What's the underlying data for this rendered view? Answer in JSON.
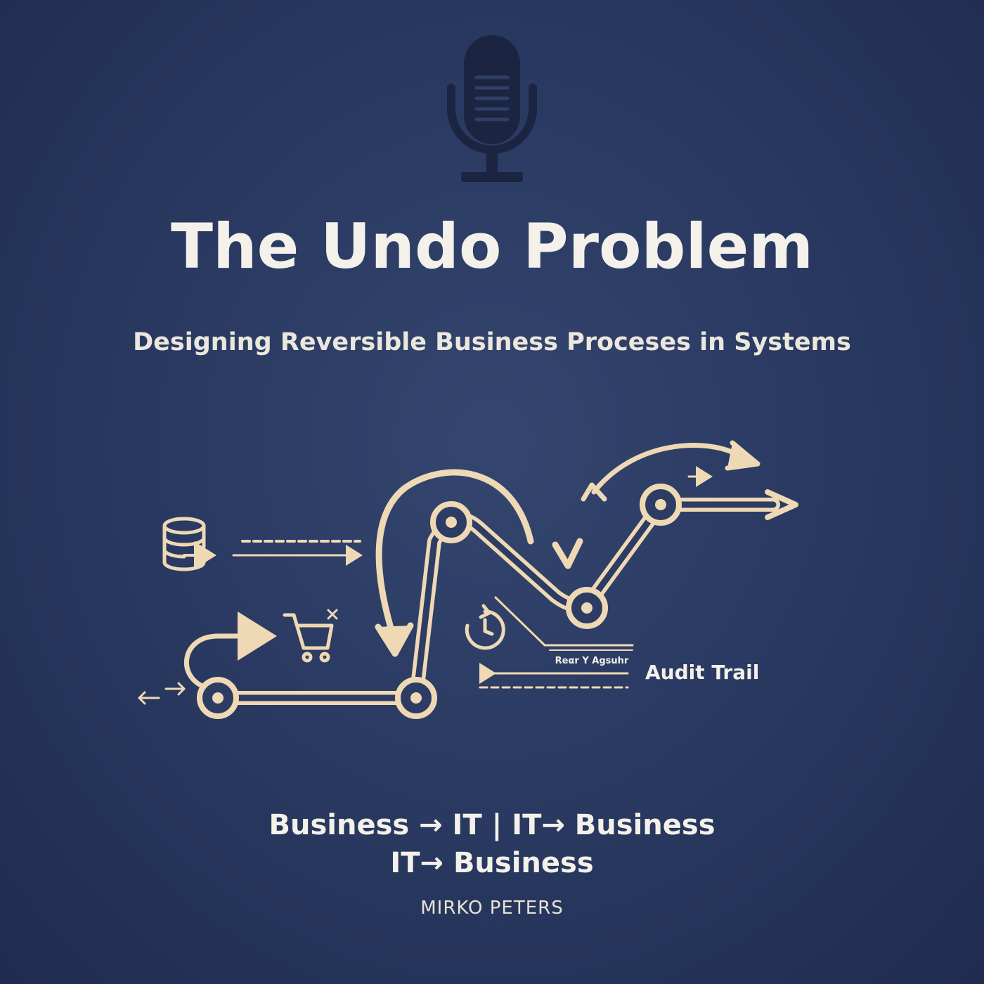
{
  "cover": {
    "title": "The Undo Problem",
    "subtitle": "Designing Reversible Business Proceses in Systems",
    "bottom_line_1": "Business → IT | IT→ Business",
    "bottom_line_2": "IT→ Business",
    "author": "MIRKO PETERS"
  },
  "diagram": {
    "audit_label": "Audit Trail",
    "small_label": "Reαr Y Agsuhr",
    "icons": [
      "microphone-icon",
      "database-icon",
      "shopping-cart-icon",
      "history-clock-icon",
      "bidirectional-arrow-icon"
    ]
  },
  "colors": {
    "background": "#2a3a62",
    "foreground": "#f4f1ea",
    "accent": "#efd9b4",
    "mic": "#1b2440"
  }
}
